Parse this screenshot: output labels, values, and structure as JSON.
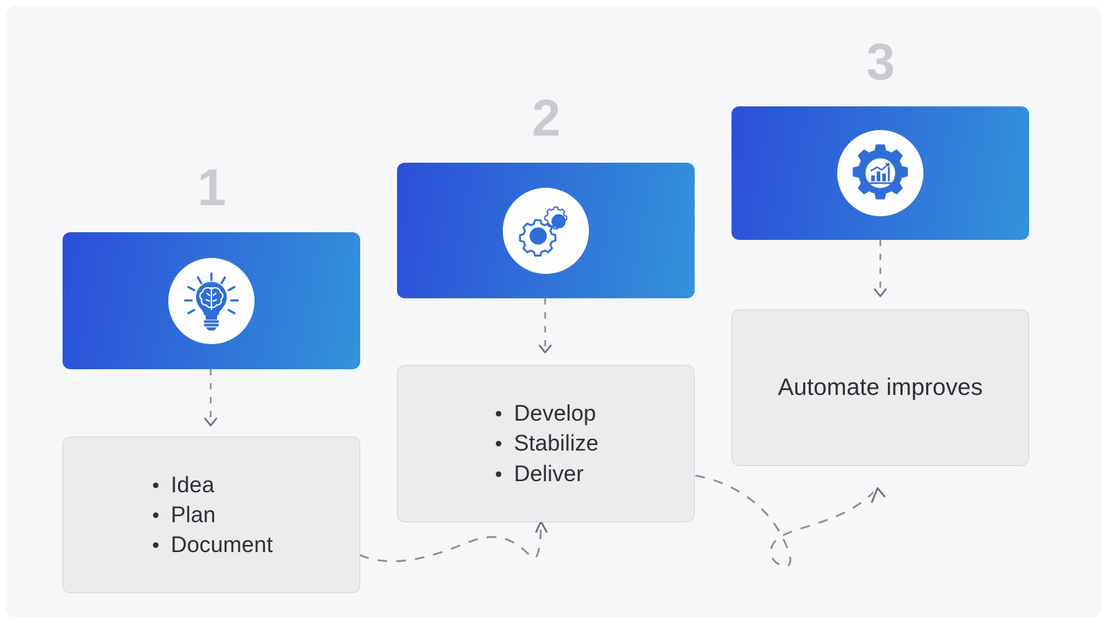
{
  "diagram": {
    "title": "Three-step process flow",
    "background_color": "#f5f7f9",
    "accent_gradient_from": "#2b4fd8",
    "accent_gradient_to": "#3293da",
    "number_color": "#c9cbcf",
    "box_fill": "#ececee",
    "box_border": "#d3d3d8",
    "text_color": "#2d3134",
    "connector_color": "#8c8f93"
  },
  "steps": [
    {
      "number": "1",
      "icon": "lightbulb-brain-icon",
      "content_type": "bullets",
      "items": [
        "Idea",
        "Plan",
        "Document"
      ],
      "text": ""
    },
    {
      "number": "2",
      "icon": "gears-icon",
      "content_type": "bullets",
      "items": [
        "Develop",
        "Stabilize",
        "Deliver"
      ],
      "text": ""
    },
    {
      "number": "3",
      "icon": "gear-analytics-icon",
      "content_type": "text",
      "items": [],
      "text": "Automate improves"
    }
  ],
  "connectors": [
    {
      "name": "step-1-banner-to-box",
      "style": "dashed-vertical-arrow"
    },
    {
      "name": "step-2-banner-to-box",
      "style": "dashed-vertical-arrow"
    },
    {
      "name": "step-3-banner-to-box",
      "style": "dashed-vertical-arrow"
    },
    {
      "name": "step-1-box-to-step-2-box",
      "style": "dashed-wave-arrow"
    },
    {
      "name": "step-2-box-to-step-3-box",
      "style": "dashed-loop-arrow"
    }
  ]
}
